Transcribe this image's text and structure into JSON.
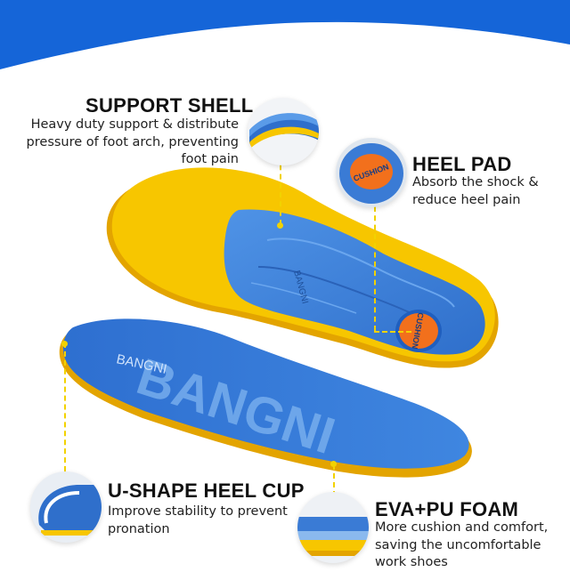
{
  "features": {
    "support_shell": {
      "title": "SUPPORT SHELL",
      "lines": [
        "Heavy duty support & distribute",
        "pressure of foot arch, preventing",
        "foot pain"
      ]
    },
    "heel_pad": {
      "title": "HEEL PAD",
      "lines": [
        "Absorb the shock &",
        "reduce heel pain"
      ]
    },
    "heel_cup": {
      "title": "U-SHAPE HEEL CUP",
      "lines": [
        "Improve stability to prevent",
        "pronation"
      ]
    },
    "foam": {
      "title": "EVA+PU FOAM",
      "lines": [
        "More cushion and comfort,",
        "saving the uncomfortable",
        "work shoes"
      ]
    }
  },
  "product": {
    "brand_small": "BANGNI",
    "brand_large": "BANGNI",
    "pad_label": "CUSHION"
  },
  "colors": {
    "accent_blue": "#1565d8",
    "insole_blue": "#3b7fd6",
    "insole_yellow": "#f7c600",
    "pad_orange": "#f2701c",
    "guide_yellow": "#f2d200"
  }
}
